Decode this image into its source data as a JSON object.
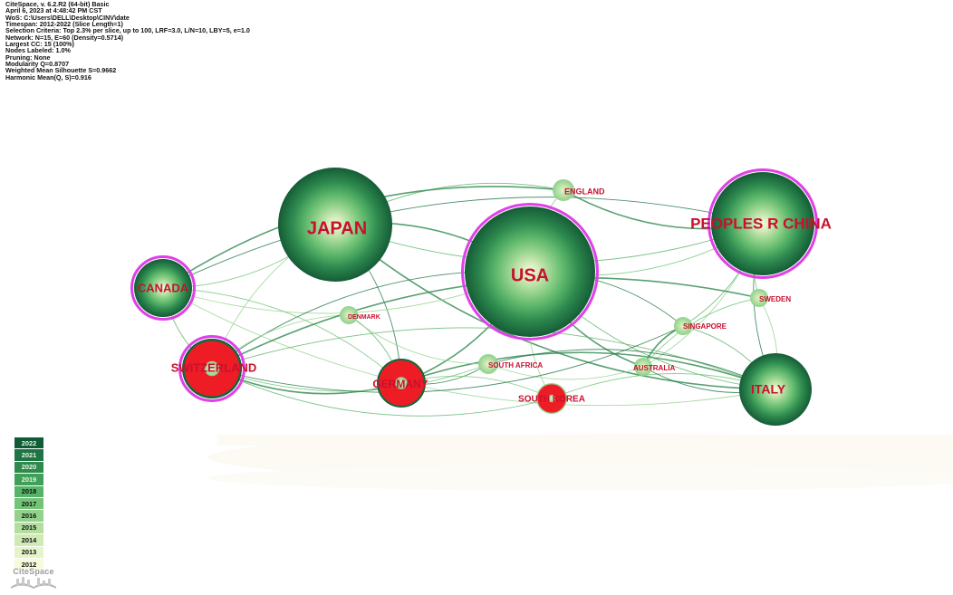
{
  "info_lines": [
    "CiteSpace, v. 6.2.R2 (64-bit) Basic",
    "April 6, 2023 at 4:48:42 PM CST",
    "WoS: C:\\Users\\DELL\\Desktop\\CINV\\date",
    "Timespan: 2012-2022 (Slice Length=1)",
    "Selection Criteria: Top 2.3% per slice, up to 100, LRF=3.0, L/N=10, LBY=5, e=1.0",
    "Network: N=15, E=60 (Density=0.5714)",
    "Largest CC: 15 (100%)",
    "Nodes Labeled: 1.0%",
    "Pruning: None",
    "Modularity Q=0.8707",
    "Weighted Mean Silhouette S=0.9662",
    "Harmonic Mean(Q, S)=0.916"
  ],
  "nodes": [
    {
      "id": "japan",
      "label": "JAPAN",
      "burst": false,
      "centrality_ring": false
    },
    {
      "id": "usa",
      "label": "USA",
      "burst": false,
      "centrality_ring": true
    },
    {
      "id": "china",
      "label": "PEOPLES R CHINA",
      "burst": false,
      "centrality_ring": true
    },
    {
      "id": "england",
      "label": "ENGLAND",
      "burst": false,
      "centrality_ring": false
    },
    {
      "id": "canada",
      "label": "CANADA",
      "burst": false,
      "centrality_ring": true
    },
    {
      "id": "denmark",
      "label": "DENMARK",
      "burst": false,
      "centrality_ring": false
    },
    {
      "id": "switzerland",
      "label": "SWITZERLAND",
      "burst": true,
      "centrality_ring": true
    },
    {
      "id": "germany",
      "label": "GERMANY",
      "burst": true,
      "centrality_ring": false
    },
    {
      "id": "south_africa",
      "label": "SOUTH AFRICA",
      "burst": false,
      "centrality_ring": false
    },
    {
      "id": "south_korea",
      "label": "SOUTH KOREA",
      "burst": true,
      "centrality_ring": false
    },
    {
      "id": "singapore",
      "label": "SINGAPORE",
      "burst": false,
      "centrality_ring": false
    },
    {
      "id": "sweden",
      "label": "SWEDEN",
      "burst": false,
      "centrality_ring": false
    },
    {
      "id": "australia",
      "label": "AUSTRALIA",
      "burst": false,
      "centrality_ring": false
    },
    {
      "id": "italy",
      "label": "ITALY",
      "burst": false,
      "centrality_ring": false
    }
  ],
  "legend_years": [
    "2022",
    "2021",
    "2020",
    "2019",
    "2018",
    "2017",
    "2016",
    "2015",
    "2014",
    "2013",
    "2012"
  ],
  "legend_colors": [
    "#0f5c36",
    "#1f7444",
    "#2e8a4f",
    "#40a05a",
    "#57b367",
    "#74c478",
    "#92d28b",
    "#b2df9f",
    "#cfeab5",
    "#e6f4c9",
    "#f6fbdc"
  ],
  "colors": {
    "burst": "#ee1c25",
    "centrality": "#e040e8",
    "label": "#c8102e"
  },
  "logo_text": "CiteSpace"
}
